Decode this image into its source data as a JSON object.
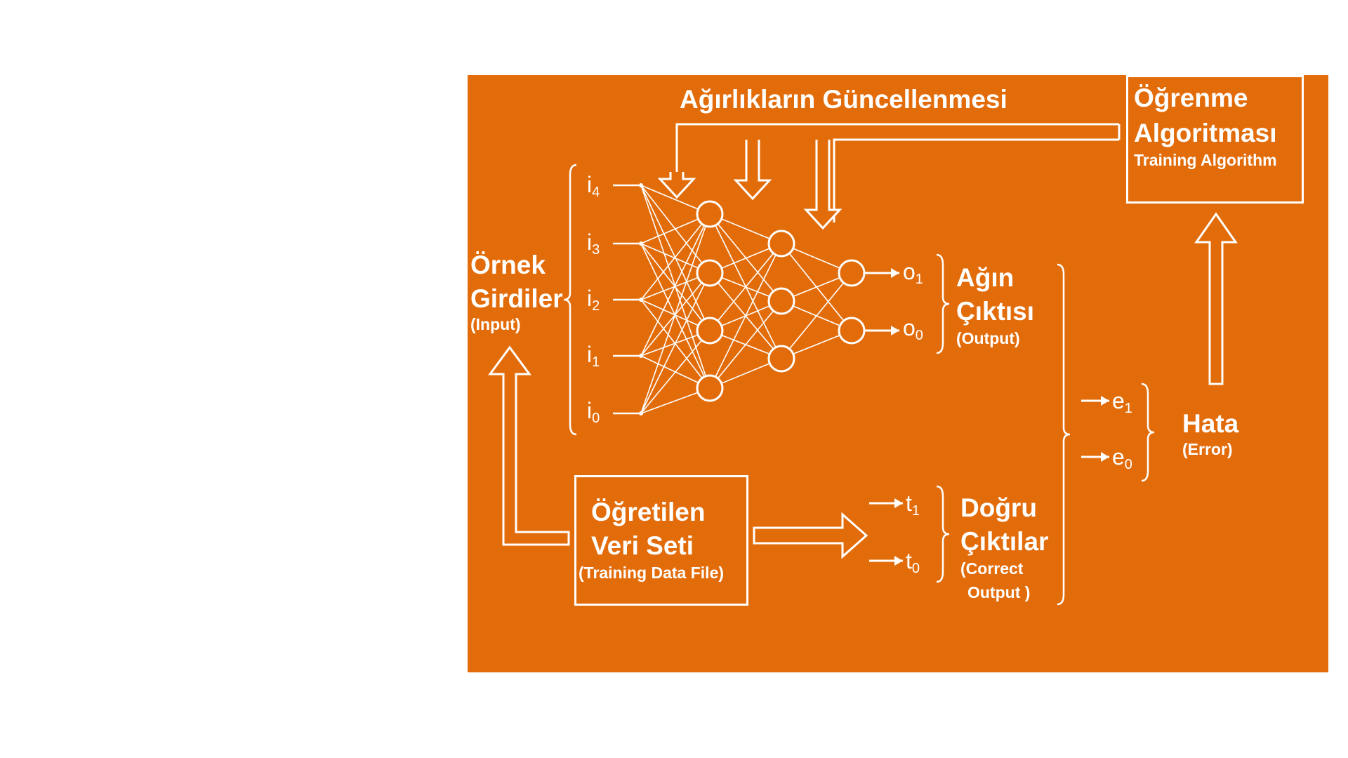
{
  "diagram": {
    "weights_update": "Ağırlıkların Güncellenmesi",
    "learning_algorithm": {
      "title_1": "Öğrenme",
      "title_2": "Algoritması",
      "subtitle": "Training Algorithm"
    },
    "sample_inputs": {
      "title_1": "Örnek",
      "title_2": "Girdiler",
      "subtitle": "(Input)"
    },
    "network_output": {
      "title_1": "Ağın",
      "title_2": "Çıktısı",
      "subtitle": "(Output)"
    },
    "error": {
      "title": "Hata",
      "subtitle": "(Error)"
    },
    "training_data": {
      "title_1": "Öğretilen",
      "title_2": "Veri Seti",
      "subtitle": "(Training Data File)"
    },
    "correct_outputs": {
      "title_1": "Doğru",
      "title_2": "Çıktılar",
      "subtitle_1": "(Correct",
      "subtitle_2": "Output )"
    },
    "inputs": [
      {
        "base": "i",
        "sub": "4"
      },
      {
        "base": "i",
        "sub": "3"
      },
      {
        "base": "i",
        "sub": "2"
      },
      {
        "base": "i",
        "sub": "1"
      },
      {
        "base": "i",
        "sub": "0"
      }
    ],
    "outputs": [
      {
        "base": "o",
        "sub": "1"
      },
      {
        "base": "o",
        "sub": "0"
      }
    ],
    "errors": [
      {
        "base": "e",
        "sub": "1"
      },
      {
        "base": "e",
        "sub": "0"
      }
    ],
    "targets": [
      {
        "base": "t",
        "sub": "1"
      },
      {
        "base": "t",
        "sub": "0"
      }
    ],
    "background_color": "#e36c0a",
    "line_color": "#ffffff"
  }
}
